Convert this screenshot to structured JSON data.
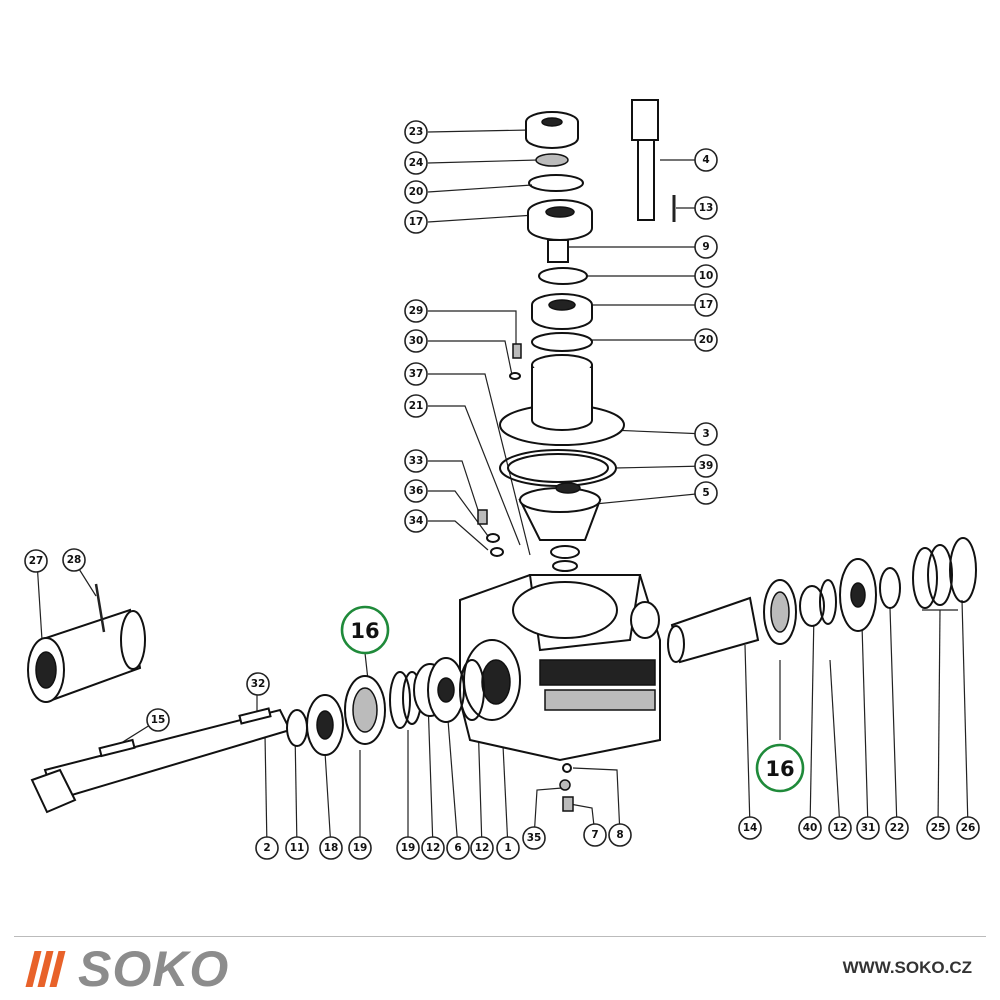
{
  "diagram": {
    "callouts": [
      "23",
      "24",
      "20",
      "17",
      "4",
      "13",
      "9",
      "10",
      "17",
      "20",
      "29",
      "30",
      "37",
      "21",
      "3",
      "39",
      "5",
      "33",
      "36",
      "34",
      "27",
      "28",
      "32",
      "15",
      "2",
      "11",
      "18",
      "19",
      "19",
      "12",
      "6",
      "12",
      "1",
      "35",
      "7",
      "8",
      "14",
      "40",
      "12",
      "31",
      "22",
      "25",
      "26"
    ],
    "highlight_labels": [
      "16",
      "16"
    ]
  },
  "footer": {
    "logo_text": "SOKO",
    "url": "WWW.SOKO.CZ"
  },
  "colors": {
    "accent_orange": "#e8622a",
    "logo_grey": "#8c8c8c",
    "highlight_green": "#1f8a3a"
  }
}
